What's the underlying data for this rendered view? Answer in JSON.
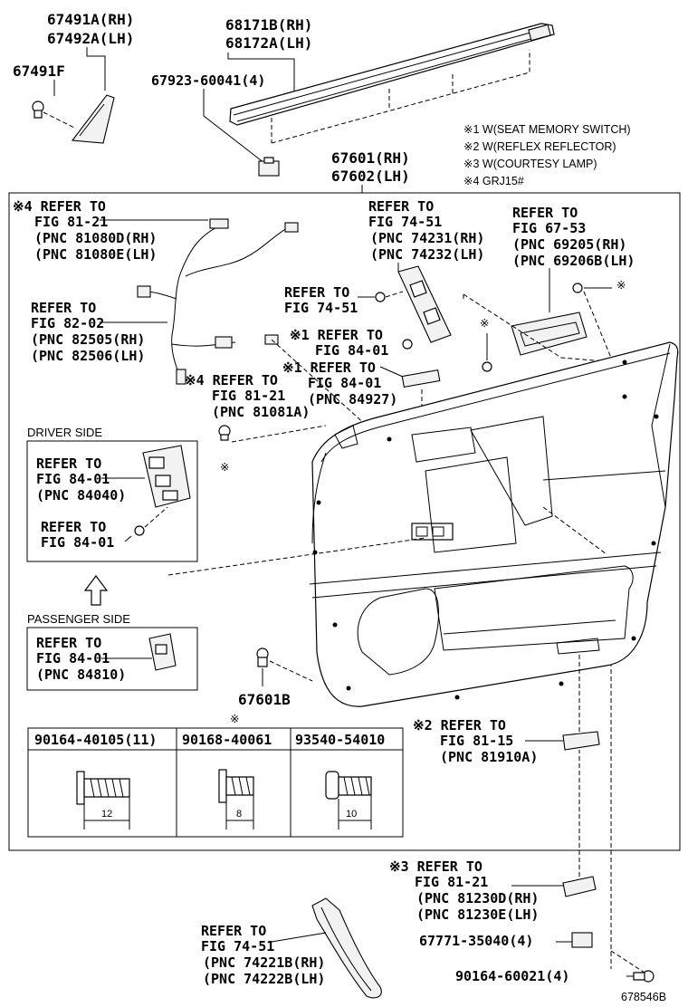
{
  "top_parts": {
    "a1": "67491A(RH)",
    "a2": "67492A(LH)",
    "f": "67491F",
    "b1": "68171B(RH)",
    "b2": "68172A(LH)",
    "clip": "67923-60041(4)",
    "p1": "67601(RH)",
    "p2": "67602(LH)"
  },
  "legend": [
    "※1 W(SEAT MEMORY SWITCH)",
    "※2 W(REFLEX REFLECTOR)",
    "※3 W(COURTESY LAMP)",
    "※4 GRJ15#"
  ],
  "refs": {
    "r1": [
      "※4 REFER TO",
      "FIG 81-21",
      "(PNC 81080D(RH)",
      "(PNC 81080E(LH)"
    ],
    "r2": [
      "REFER TO",
      "FIG 82-02",
      "(PNC 82505(RH)",
      "(PNC 82506(LH)"
    ],
    "r3": [
      "※4 REFER TO",
      "FIG 81-21",
      "(PNC 81081A)"
    ],
    "r4": [
      "REFER TO",
      "FIG 74-51",
      "(PNC 74231(RH)",
      "(PNC 74232(LH)"
    ],
    "r5": [
      "REFER TO",
      "FIG 74-51"
    ],
    "r6": [
      "※1 REFER TO",
      "FIG 84-01"
    ],
    "r7": [
      "※1 REFER TO",
      "FIG 84-01",
      "(PNC 84927)"
    ],
    "r8": [
      "REFER TO",
      "FIG 67-53",
      "(PNC 69205(RH)",
      "(PNC 69206B(LH)"
    ],
    "driver_ref1": [
      "REFER TO",
      "FIG 84-01",
      "(PNC 84040)"
    ],
    "driver_ref2": [
      "REFER TO",
      "FIG 84-01"
    ],
    "pass_ref": [
      "REFER TO",
      "FIG 84-01",
      "(PNC 84810)"
    ],
    "r9": [
      "※2 REFER TO",
      "FIG 81-15",
      "(PNC 81910A)"
    ],
    "r10": [
      "※3 REFER TO",
      "FIG 81-21",
      "(PNC 81230D(RH)",
      "(PNC 81230E(LH)"
    ],
    "r11": [
      "REFER TO",
      "FIG 74-51",
      "(PNC 74221B(RH)",
      "(PNC 74222B(LH)"
    ]
  },
  "labels": {
    "driver_side": "DRIVER SIDE",
    "passenger_side": "PASSENGER SIDE",
    "clip_bottom": "67601B",
    "mark": "※",
    "part_b": "67771-35040(4)",
    "part_c": "90164-60021(4)",
    "drawing_no": "678546B"
  },
  "screw_table": {
    "headers": [
      "90164-40105(11)",
      "90168-40061",
      "93540-54010"
    ],
    "dims": [
      "12",
      "8",
      "10"
    ]
  }
}
